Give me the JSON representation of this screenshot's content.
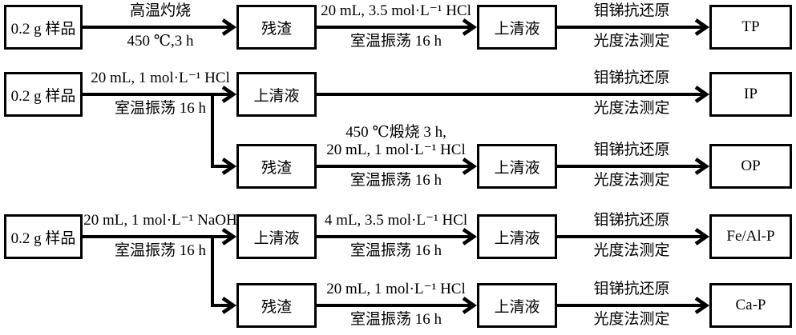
{
  "diagram_title": "phosphorus-fractionation-flowchart",
  "colors": {
    "line": "#000000",
    "background": "#ffffff",
    "text": "#000000"
  },
  "nodes": [
    {
      "label": "0.2 g 样品"
    },
    {
      "label": "残渣"
    },
    {
      "label": "上清液"
    },
    {
      "label": "TP"
    },
    {
      "label": "0.2 g 样品"
    },
    {
      "label": "上清液"
    },
    {
      "label": "IP"
    },
    {
      "label": "残渣"
    },
    {
      "label": "上清液"
    },
    {
      "label": "OP"
    },
    {
      "label": "0.2 g 样品"
    },
    {
      "label": "上清液"
    },
    {
      "label": "上清液"
    },
    {
      "label": "Fe/Al-P"
    },
    {
      "label": "残渣"
    },
    {
      "label": "上清液"
    },
    {
      "label": "Ca-P"
    }
  ],
  "edges": [
    {
      "above": "高温灼烧",
      "below": "450 ℃,3 h"
    },
    {
      "above": "20 mL, 3.5 mol·L⁻¹ HCl",
      "below": "室温振荡 16 h"
    },
    {
      "above": "钼锑抗还原",
      "below": "光度法测定"
    },
    {
      "above": "20 mL, 1 mol·L⁻¹ HCl",
      "below": "室温振荡 16 h"
    },
    {
      "above": "钼锑抗还原",
      "below": "光度法测定"
    },
    {
      "above1": "450 ℃煅烧 3 h,",
      "above2": "20 mL, 1 mol·L⁻¹ HCl",
      "below": "室温振荡 16 h"
    },
    {
      "above": "钼锑抗还原",
      "below": "光度法测定"
    },
    {
      "above": "20 mL, 1 mol·L⁻¹ NaOH",
      "below": "室温振荡 16 h"
    },
    {
      "above": "4 mL, 3.5 mol·L⁻¹ HCl",
      "below": "室温振荡 16 h"
    },
    {
      "above": "钼锑抗还原",
      "below": "光度法测定"
    },
    {
      "above": "20 mL, 1 mol·L⁻¹ HCl",
      "below": "室温振荡 16 h"
    },
    {
      "above": "钼锑抗还原",
      "below": "光度法测定"
    }
  ]
}
